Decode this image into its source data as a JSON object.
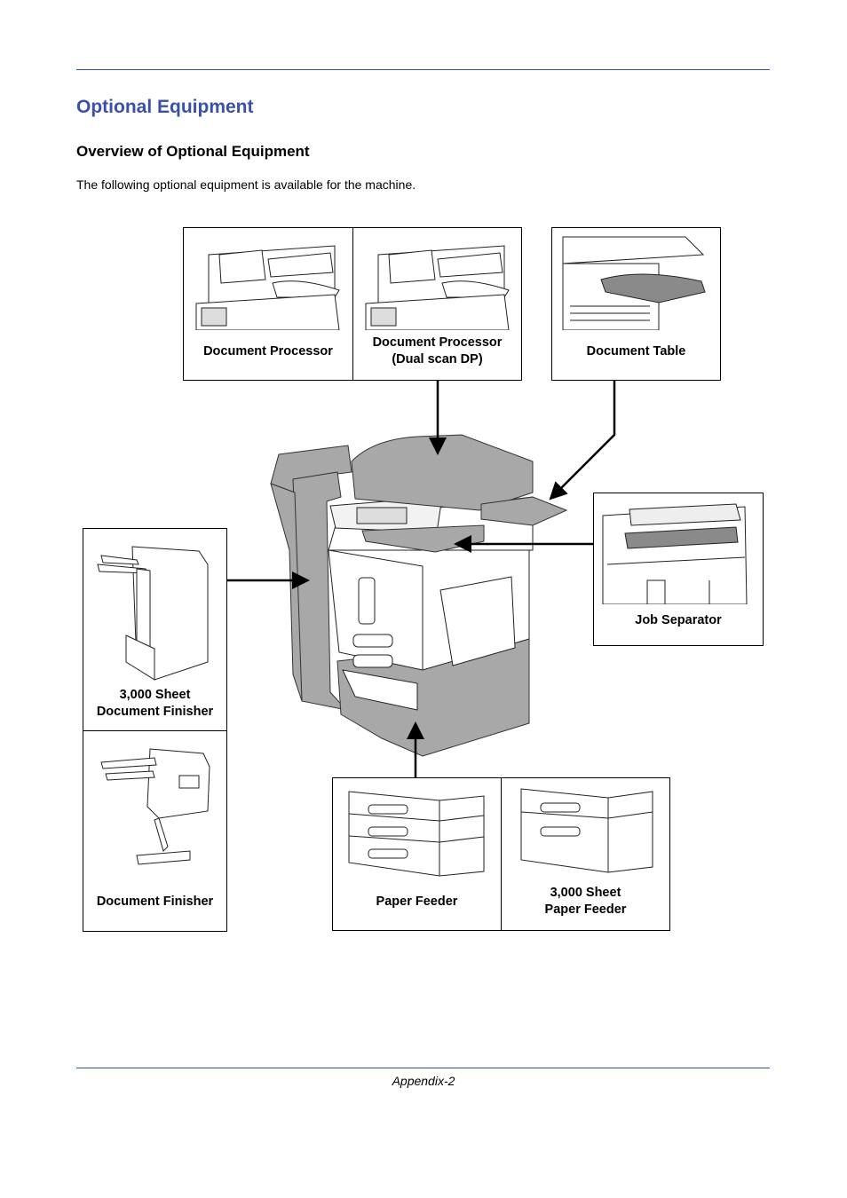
{
  "page": {
    "title": "Optional Equipment",
    "subtitle": "Overview of Optional Equipment",
    "intro": "The following optional equipment is available for the machine.",
    "footer": "Appendix-2"
  },
  "equipment": {
    "document_processor": "Document Processor",
    "dual_scan_line1": "Document Processor",
    "dual_scan_line2": "(Dual scan DP)",
    "document_table": "Document Table",
    "job_separator": "Job Separator",
    "finisher_3000_line1": "3,000 Sheet",
    "finisher_3000_line2": "Document Finisher",
    "document_finisher": "Document Finisher",
    "paper_feeder": "Paper Feeder",
    "paper_feeder_3000_line1": "3,000 Sheet",
    "paper_feeder_3000_line2": "Paper Feeder"
  },
  "colors": {
    "heading": "#3a50b0",
    "rule": "#3a4fa8",
    "option_shade": "#a8a8a8"
  }
}
